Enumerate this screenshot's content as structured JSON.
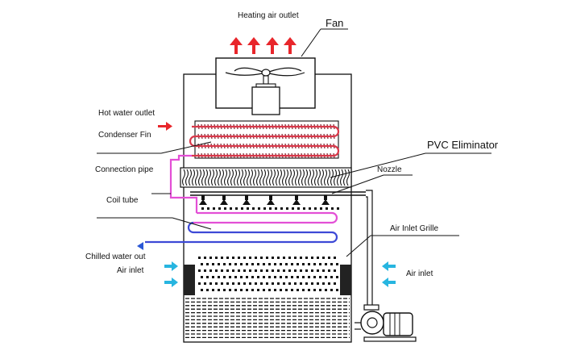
{
  "labels": {
    "heating_air_outlet": "Heating air outlet",
    "fan": "Fan",
    "hot_water_outlet": "Hot water outlet",
    "condenser_fin": "Condenser Fin",
    "pvc_eliminator": "PVC Eliminator",
    "connection_pipe": "Connection pipe",
    "nozzle": "Nozzle",
    "coil_tube": "Coil tube",
    "air_inlet_grille": "Air Inlet Grille",
    "chilled_water_out": "Chilled water out",
    "air_inlet_left": "Air inlet",
    "air_inlet_right": "Air inlet"
  },
  "colors": {
    "hot_arrow": "#e8262b",
    "fin_red": "#d9384a",
    "connection_pipe": "#e34fd6",
    "coil_blue": "#3d49d6",
    "chilled_arrow": "#2b58d6",
    "air_arrow": "#27b5e0",
    "outline": "#111111"
  },
  "icons": {
    "outlet_arrows": "up-arrow-icon",
    "hot_water_arrow": "right-arrow-icon",
    "chilled_water_arrow": "left-arrow-icon",
    "air_inlet_arrows": "left-arrow-icon"
  }
}
